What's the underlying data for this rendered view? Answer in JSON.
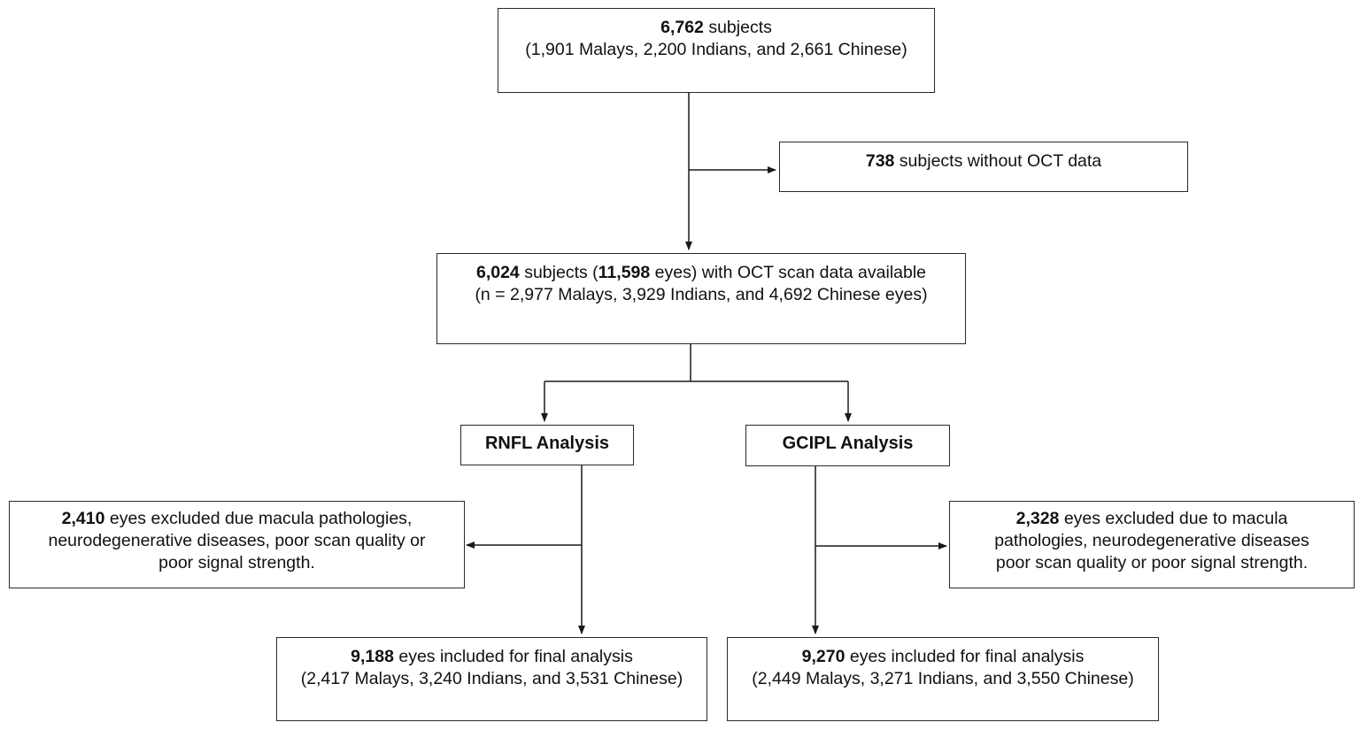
{
  "total": {
    "count": "6,762",
    "text": " subjects",
    "breakdown": "(1,901 Malays, 2,200 Indians, and 2,661 Chinese)"
  },
  "excluded_no_oct": {
    "count": "738",
    "text": " subjects without OCT data"
  },
  "available": {
    "count": "6,024",
    "text_a": " subjects (",
    "eyes": "11,598",
    "text_b": " eyes) with OCT scan data available",
    "breakdown": "(n = 2,977 Malays, 3,929 Indians, and 4,692 Chinese eyes)"
  },
  "rnfl": {
    "heading": "RNFL Analysis",
    "excluded": {
      "count": "2,410",
      "text": " eyes excluded due macula pathologies,",
      "line2": "neurodegenerative diseases, poor scan quality or",
      "line3": "poor signal strength."
    },
    "included": {
      "count": "9,188",
      "text": " eyes included for final analysis",
      "breakdown": "(2,417 Malays, 3,240 Indians, and 3,531 Chinese)"
    }
  },
  "gcipl": {
    "heading": "GCIPL Analysis",
    "excluded": {
      "count": "2,328",
      "text": " eyes excluded due to macula",
      "line2": "pathologies, neurodegenerative diseases",
      "line3": "poor scan quality or poor signal strength."
    },
    "included": {
      "count": "9,270",
      "text": " eyes included for final analysis",
      "breakdown": "(2,449 Malays, 3,271 Indians, and 3,550 Chinese)"
    }
  }
}
